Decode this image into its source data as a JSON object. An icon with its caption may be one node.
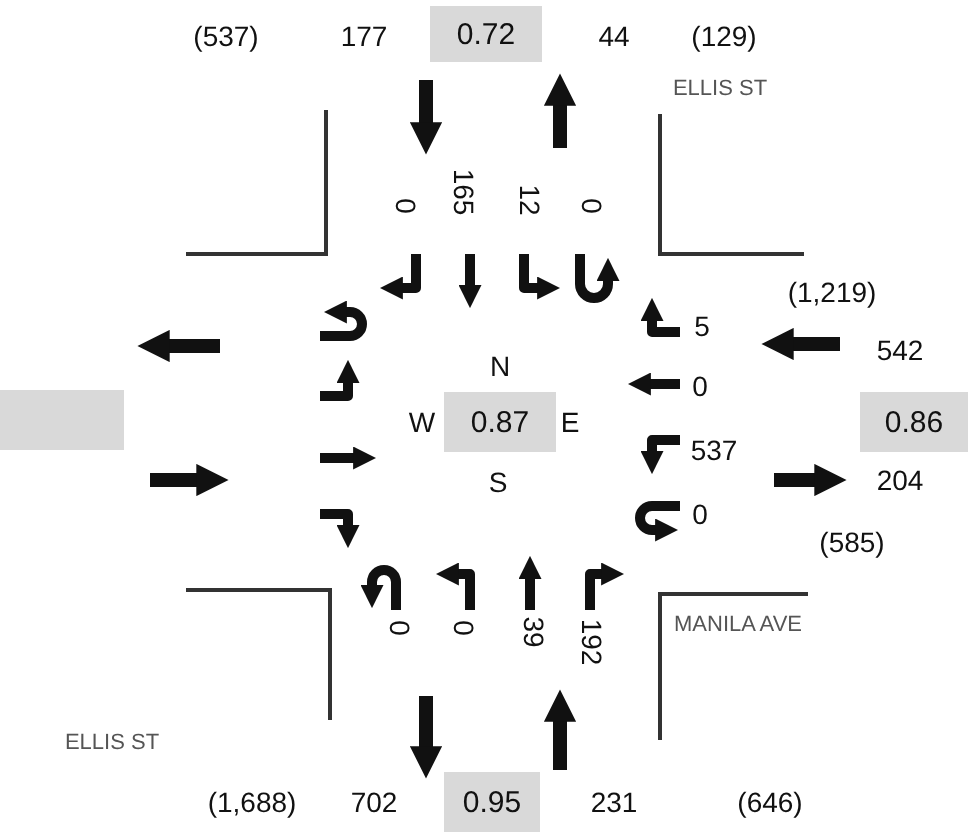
{
  "diagram": {
    "nodes": [
      {
        "text": [
          "0.72"
        ]
      },
      {
        "text": [],
        "shape": "box"
      },
      {
        "text": [
          "0.87"
        ]
      },
      {
        "text": [
          "0.86"
        ]
      },
      {
        "text": [
          "0.95"
        ]
      }
    ],
    "labels": [
      "(537)",
      "177",
      "44",
      "(129)",
      "ELLIS ST",
      "0",
      "165",
      "12",
      "0",
      "(1,219)",
      "5",
      "542",
      "N",
      "0",
      "W",
      "E",
      "537",
      "S",
      "204",
      "0",
      "(585)",
      "0",
      "0",
      "39",
      "192",
      "MANILA AVE",
      "ELLIS ST",
      "(1,688)",
      "702",
      "231",
      "(646)"
    ]
  }
}
